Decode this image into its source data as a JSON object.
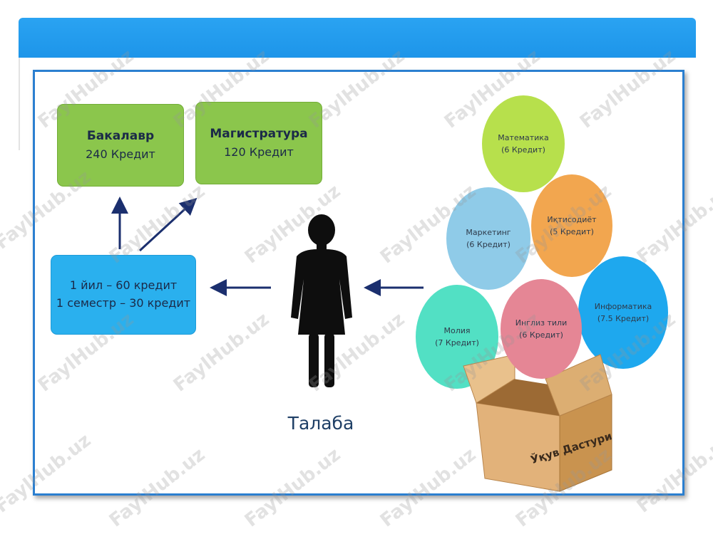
{
  "nodes": {
    "bachelor": {
      "title": "Бакалавр",
      "credits": "240 Кредит"
    },
    "master": {
      "title": "Магистратура",
      "credits": "120 Кредит"
    },
    "year": {
      "line1": "1 йил – 60 кредит",
      "line2": "1 семестр – 30 кредит"
    },
    "student": {
      "label": "Талаба"
    }
  },
  "subjects": [
    {
      "name": "Математика",
      "credits": "(6 Кредит)",
      "color": "#b7e04c"
    },
    {
      "name": "Маркетинг",
      "credits": "(6 Кредит)",
      "color": "#8fcbe8"
    },
    {
      "name": "Иқтисодиёт",
      "credits": "(5 Кредит)",
      "color": "#f2a64f"
    },
    {
      "name": "Информатика",
      "credits": "(7.5 Кредит)",
      "color": "#1ea8ee"
    },
    {
      "name": "Молия",
      "credits": "(7 Кредит)",
      "color": "#52e0c4"
    },
    {
      "name": "Инглиз тили",
      "credits": "(6 Кредит)",
      "color": "#e58695"
    }
  ],
  "program_box": {
    "label": "Ўқув Дастури"
  },
  "watermark": "FaylHub.uz",
  "colors": {
    "header": "#1d95e9",
    "frame": "#2b7fd0",
    "arrow": "#1b2f6e"
  }
}
